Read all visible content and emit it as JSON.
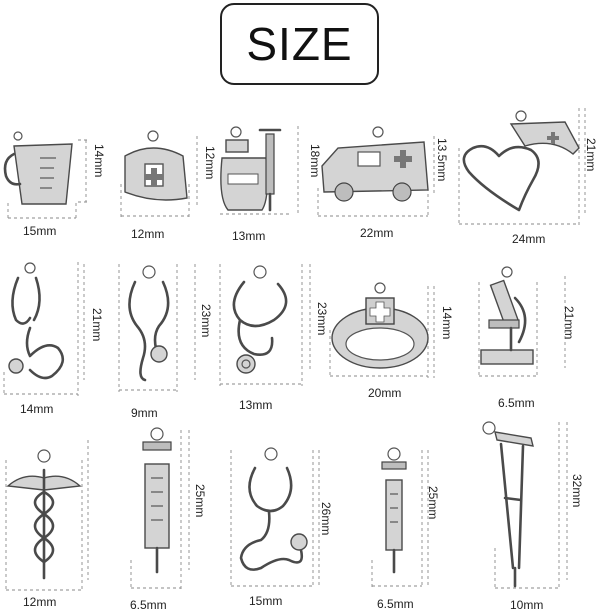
{
  "title": "SIZE",
  "charms": [
    {
      "name": "measuring-cup",
      "width": "15mm",
      "height": "14mm"
    },
    {
      "name": "nurse-cap",
      "width": "12mm",
      "height": "12mm"
    },
    {
      "name": "medicine-bottle-syringe",
      "width": "13mm",
      "height": "18mm"
    },
    {
      "name": "ambulance",
      "width": "22mm",
      "height": "13.5mm"
    },
    {
      "name": "heart-nurse-cap",
      "width": "24mm",
      "height": "21mm"
    },
    {
      "name": "stethoscope-heart",
      "width": "14mm",
      "height": "21mm"
    },
    {
      "name": "stethoscope",
      "width": "9mm",
      "height": "23mm"
    },
    {
      "name": "stethoscope-coiled",
      "width": "13mm",
      "height": "23mm"
    },
    {
      "name": "medical-ring",
      "width": "20mm",
      "height": "14mm"
    },
    {
      "name": "microscope",
      "width": "6.5mm",
      "height": "21mm"
    },
    {
      "name": "caduceus",
      "width": "12mm",
      "height": ""
    },
    {
      "name": "syringe-large",
      "width": "6.5mm",
      "height": "25mm"
    },
    {
      "name": "stethoscope-infinity",
      "width": "15mm",
      "height": "26mm"
    },
    {
      "name": "syringe-small",
      "width": "6.5mm",
      "height": "25mm"
    },
    {
      "name": "crutch",
      "width": "10mm",
      "height": "32mm"
    }
  ]
}
